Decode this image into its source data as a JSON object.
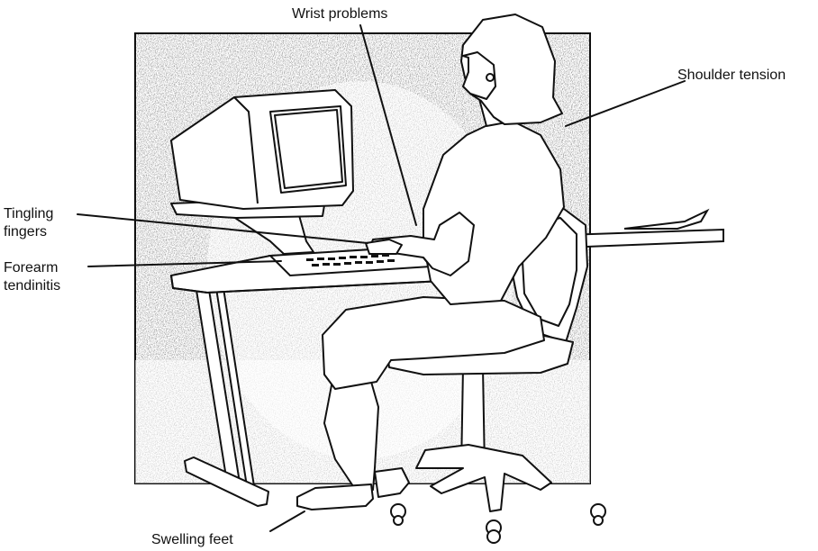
{
  "labels": {
    "wrist": "Wrist problems",
    "shoulder": "Shoulder tension",
    "tingling_line1": "Tingling",
    "tingling_line2": "fingers",
    "forearm_line1": "Forearm",
    "forearm_line2": "tendinitis",
    "feet": "Swelling feet"
  },
  "colors": {
    "ink": "#111111",
    "shading": "#8a8a8a",
    "paper": "#ffffff"
  }
}
